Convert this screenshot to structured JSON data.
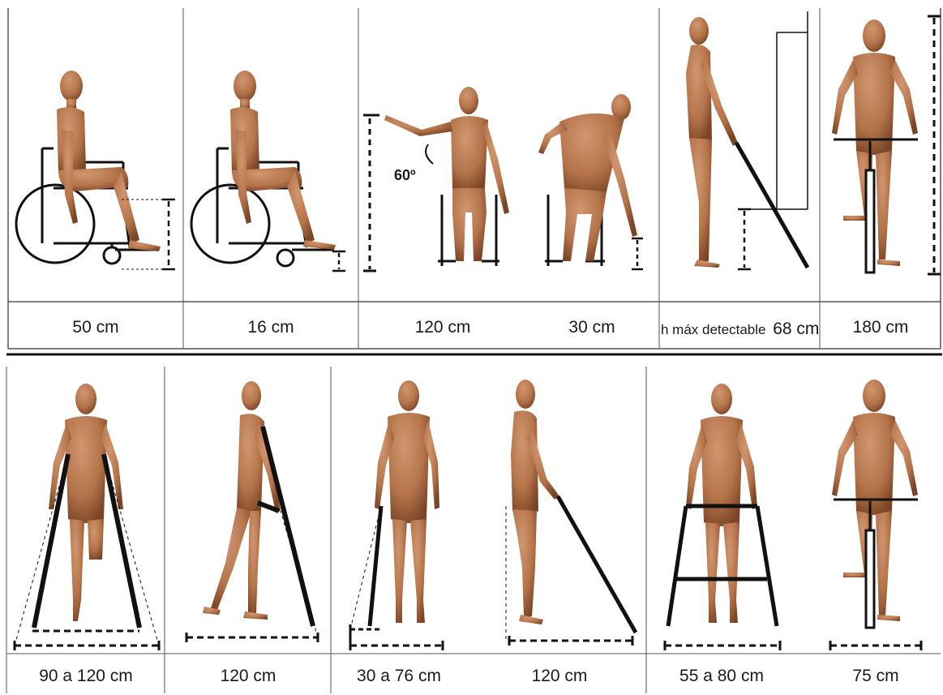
{
  "figure": {
    "top_row": {
      "panels": [
        {
          "id": "wheelchair-side-1",
          "label": "50 cm"
        },
        {
          "id": "wheelchair-side-2",
          "label": "16 cm"
        },
        {
          "id": "wheelchair-reach",
          "label": "120 cm",
          "angle_label": "60º"
        },
        {
          "id": "wheelchair-lean",
          "label": "30 cm"
        },
        {
          "id": "blind-cane",
          "label_prefix": "h máx detectable",
          "label_value": "68 cm"
        },
        {
          "id": "walker-top",
          "label": "180 cm"
        }
      ]
    },
    "bottom_row": {
      "panels": [
        {
          "id": "two-crutches",
          "label": "90 a 120 cm"
        },
        {
          "id": "walking-crutches",
          "label": "120 cm"
        },
        {
          "id": "cane-front",
          "label": "30 a 76 cm"
        },
        {
          "id": "long-cane",
          "label": "120 cm"
        },
        {
          "id": "walking-frame",
          "label": "55 a 80 cm"
        },
        {
          "id": "walker-front",
          "label": "75 cm"
        }
      ]
    },
    "colors": {
      "skin": "#b5744a",
      "skin_shadow": "#7a4526",
      "line": "#111111",
      "frame": "#555555"
    }
  }
}
